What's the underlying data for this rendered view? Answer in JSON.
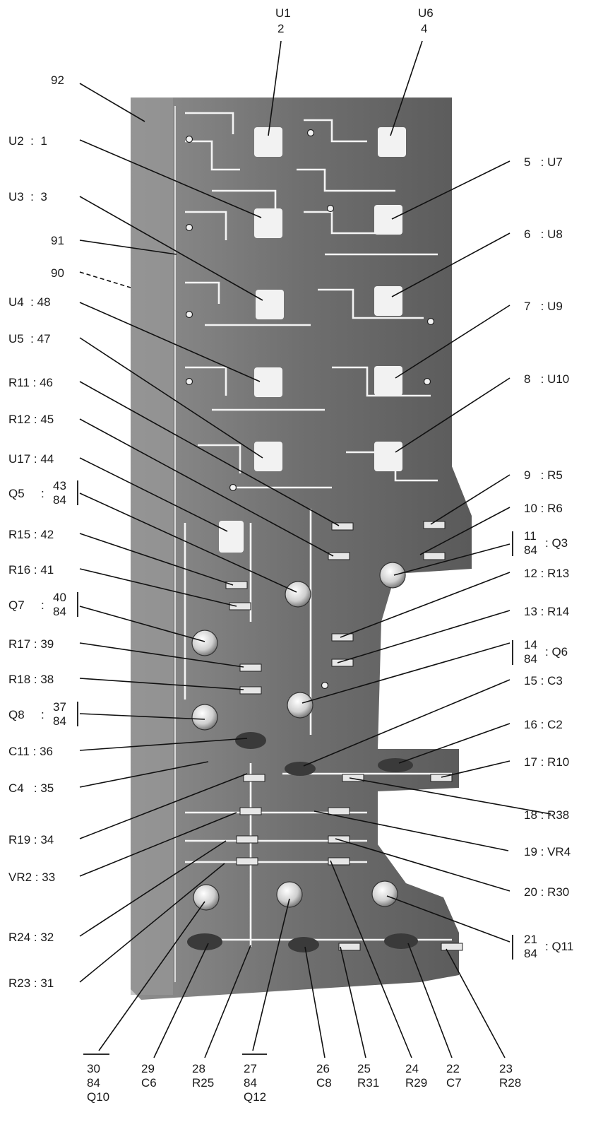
{
  "labels": {
    "l92": "92",
    "u1": "U1",
    "u1n": "2",
    "u6": "U6",
    "u6n": "4",
    "u2": "U2  :  1",
    "u3": "U3  :  3",
    "l91": "91",
    "l90": "90",
    "u4": "U4  : 48",
    "u5": "U5  : 47",
    "r11": "R11 : 46",
    "r12": "R12 : 45",
    "u17": "U17 : 44",
    "q5": "Q5",
    "q5a": "43",
    "q5b": "84",
    "r15": "R15 : 42",
    "r16": "R16 : 41",
    "q7": "Q7",
    "q7a": "40",
    "q7b": "84",
    "r17": "R17 : 39",
    "r18": "R18 : 38",
    "q8": "Q8",
    "q8a": "37",
    "q8b": "84",
    "c11": "C11 : 36",
    "c4": "C4   : 35",
    "r19": "R19 : 34",
    "vr2": "VR2 : 33",
    "r24": "R24 : 32",
    "r23": "R23 : 31",
    "u7": "5   : U7",
    "u8": "6   : U8",
    "u9": "7   : U9",
    "u10": "8   : U10",
    "r5": "9   : R5",
    "r6": "10 : R6",
    "q3a": "11",
    "q3b": "84",
    "q3": ": Q3",
    "r13": "12 : R13",
    "r14": "13 : R14",
    "q6a": "14",
    "q6b": "84",
    "q6": ": Q6",
    "c3": "15 : C3",
    "c2": "16 : C2",
    "r10": "17 : R10",
    "r38": "18 : R38",
    "vr4": "19 : VR4",
    "r30": "20 : R30",
    "q11a": "21",
    "q11b": "84",
    "q11": ": Q11",
    "b30a": "30",
    "b30b": "84",
    "b30c": "Q10",
    "b29a": "29",
    "b29b": "C6",
    "b28a": "28",
    "b28b": "R25",
    "b27a": "27",
    "b27b": "84",
    "b27c": "Q12",
    "b26a": "26",
    "b26b": "C8",
    "b25a": "25",
    "b25b": "R31",
    "b24a": "24",
    "b24b": "R29",
    "b22a": "22",
    "b22b": "C7",
    "b23a": "23",
    "b23b": "R28"
  }
}
